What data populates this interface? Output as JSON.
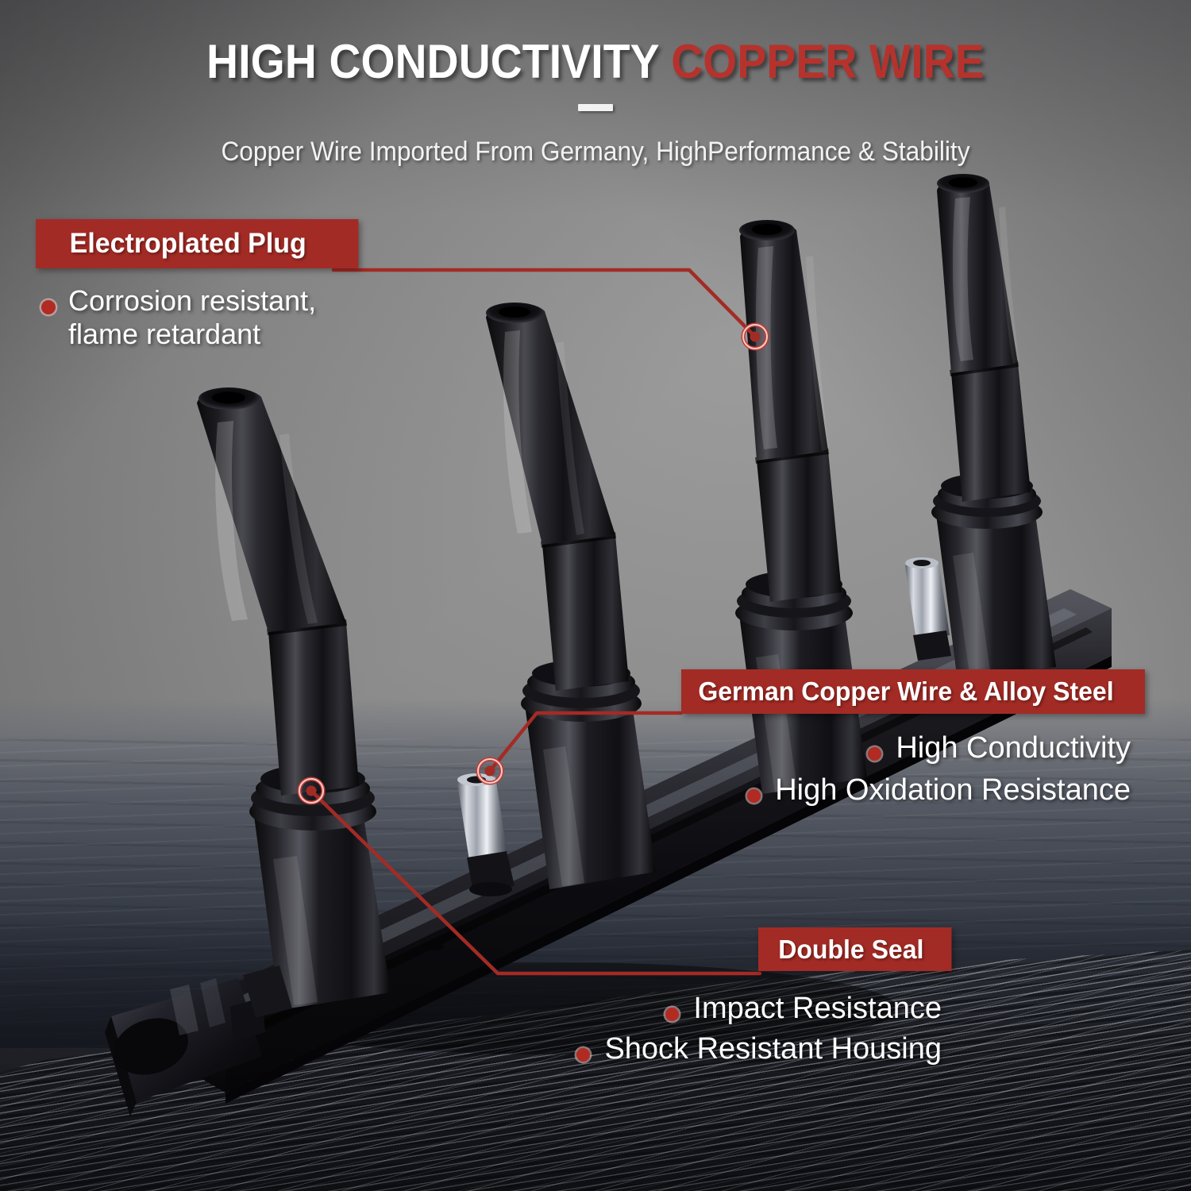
{
  "header": {
    "title_white": "HIGH CONDUCTIVITY",
    "title_red": "COPPER WIRE",
    "subtitle": "Copper Wire Imported From Germany, HighPerformance & Stability"
  },
  "colors": {
    "band_red": "#a32b25",
    "title_red": "#b5332c",
    "bullet_dot": "#b22b22",
    "text_white": "#ffffff",
    "background_gray": "#8d8d8d"
  },
  "callouts": [
    {
      "id": "electroplated",
      "label": "Electroplated Plug",
      "bullets": [
        "Corrosion resistant,",
        "flame retardant"
      ]
    },
    {
      "id": "german",
      "label": "German Copper Wire & Alloy Steel",
      "bullets": [
        "High Conductivity",
        "High Oxidation Resistance"
      ]
    },
    {
      "id": "double",
      "label": "Double Seal",
      "bullets": [
        "Impact Resistance",
        "Shock Resistant Housing"
      ]
    }
  ],
  "product": {
    "name": "ignition-coil-pack",
    "coil_count": 4
  }
}
